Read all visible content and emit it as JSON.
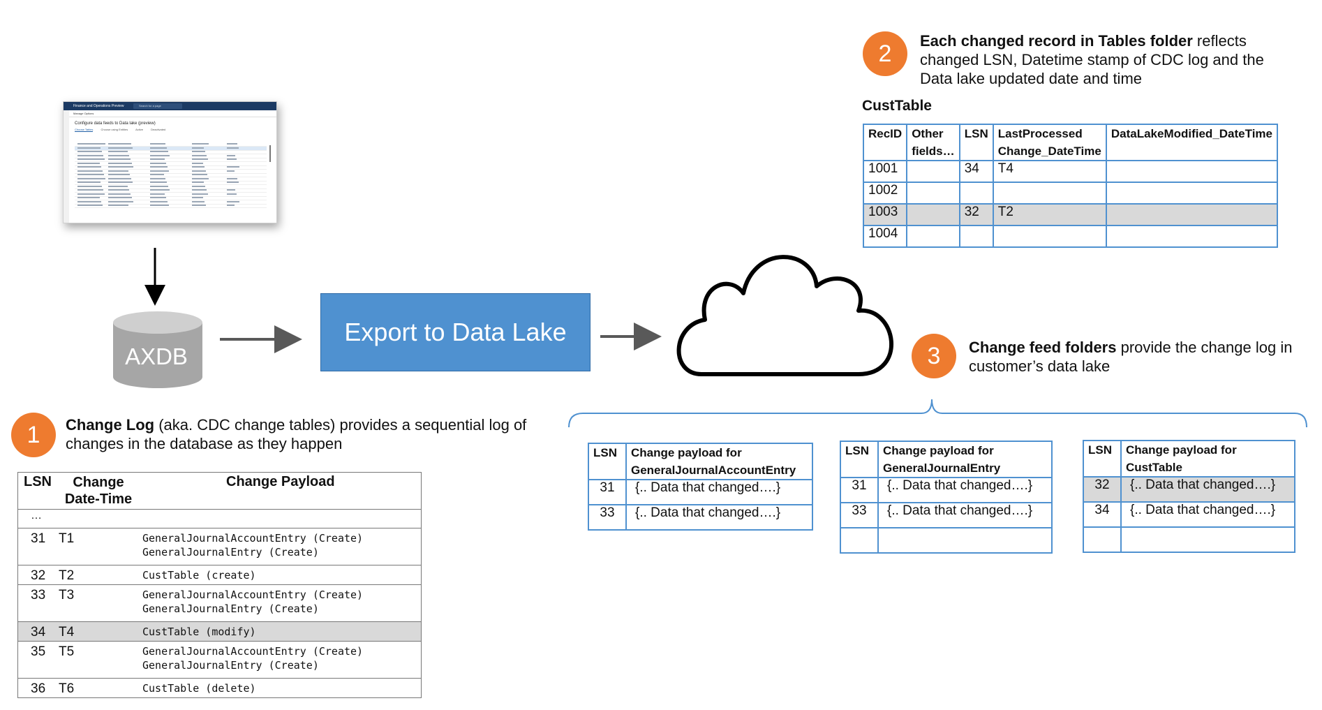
{
  "export_box": {
    "label": "Export to Data Lake"
  },
  "database": {
    "label": "AXDB"
  },
  "thumbnail": {
    "app_title": "Finance and Operations Preview",
    "search_placeholder": "Search for a page",
    "menu": "Manage   Options",
    "page_title": "Configure data feeds to Data lake (preview)",
    "tabs": [
      "Choose Tables",
      "Choose using Entities",
      "Active",
      "Deactivated"
    ]
  },
  "step1": {
    "number": "1",
    "bold": "Change Log",
    "text": " (aka. CDC change tables) provides a sequential log of changes in the database as they happen"
  },
  "step2": {
    "number": "2",
    "bold": "Each changed record in Tables folder",
    "text": " reflects changed LSN, Datetime stamp of CDC log and the Data lake updated date and time"
  },
  "step3": {
    "number": "3",
    "bold": "Change feed folders",
    "text": " provide the change log in customer’s data lake"
  },
  "change_log": {
    "headers": {
      "lsn": "LSN",
      "datetime": "Change Date-Time",
      "payload": "Change Payload"
    },
    "ellipsis": "…",
    "rows": [
      {
        "lsn": "31",
        "dt": "T1",
        "payload": "GeneralJournalAccountEntry (Create)\nGeneralJournalEntry (Create)",
        "highlight": false
      },
      {
        "lsn": "32",
        "dt": "T2",
        "payload": "CustTable (create)",
        "highlight": false
      },
      {
        "lsn": "33",
        "dt": "T3",
        "payload": "GeneralJournalAccountEntry (Create)\nGeneralJournalEntry (Create)",
        "highlight": false
      },
      {
        "lsn": "34",
        "dt": "T4",
        "payload": "CustTable (modify)",
        "highlight": true
      },
      {
        "lsn": "35",
        "dt": "T5",
        "payload": "GeneralJournalAccountEntry (Create)\nGeneralJournalEntry (Create)",
        "highlight": false
      },
      {
        "lsn": "36",
        "dt": "T6",
        "payload": "CustTable (delete)",
        "highlight": false
      }
    ]
  },
  "cust_table": {
    "title": "CustTable",
    "headers": [
      "RecID",
      "Other fields…",
      "LSN",
      "LastProcessed Change_DateTime",
      "DataLakeModified_DateTime"
    ],
    "rows": [
      {
        "recid": "1001",
        "other": "",
        "lsn": "34",
        "changed": "T4",
        "modified": "",
        "highlight": false
      },
      {
        "recid": "1002",
        "other": "",
        "lsn": "",
        "changed": "",
        "modified": "",
        "highlight": false
      },
      {
        "recid": "1003",
        "other": "",
        "lsn": "32",
        "changed": "T2",
        "modified": "",
        "highlight": true
      },
      {
        "recid": "1004",
        "other": "",
        "lsn": "",
        "changed": "",
        "modified": "",
        "highlight": false
      }
    ]
  },
  "feeds": {
    "lsn_header": "LSN",
    "tables": [
      {
        "payload_header": "Change payload for GeneralJournalAccountEntry",
        "rows": [
          {
            "lsn": "31",
            "payload": "{.. Data that changed….}",
            "highlight": false
          },
          {
            "lsn": "33",
            "payload": "{.. Data that changed….}",
            "highlight": false
          }
        ]
      },
      {
        "payload_header": "Change payload for GeneralJournalEntry",
        "rows": [
          {
            "lsn": "31",
            "payload": "{.. Data that changed….}",
            "highlight": false
          },
          {
            "lsn": "33",
            "payload": "{.. Data that changed….}",
            "highlight": false
          },
          {
            "lsn": "",
            "payload": "",
            "highlight": false
          }
        ]
      },
      {
        "payload_header": "Change payload for CustTable",
        "rows": [
          {
            "lsn": "32",
            "payload": "{.. Data that changed….}",
            "highlight": true
          },
          {
            "lsn": "34",
            "payload": "{.. Data that changed….}",
            "highlight": false
          },
          {
            "lsn": "",
            "payload": "",
            "highlight": false
          }
        ]
      }
    ]
  }
}
